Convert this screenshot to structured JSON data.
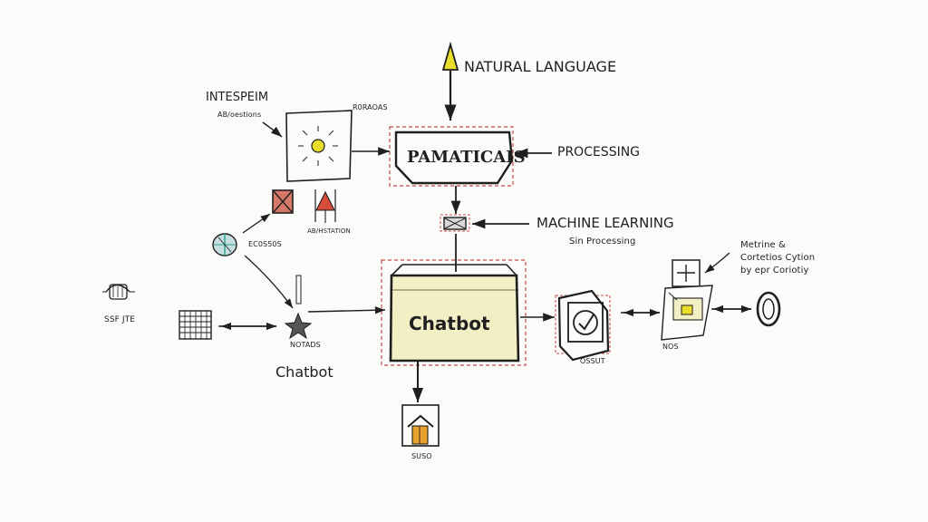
{
  "colors": {
    "ink": "#1f1f1f",
    "dash_red": "#c94a4a",
    "fill_yellow": "#f3efc5",
    "icon_yellow": "#e9df2a",
    "icon_red": "#d94c3b",
    "icon_orange": "#e8a12b",
    "icon_green": "#2aa392"
  },
  "labels": {
    "natural_language": "NATURAL LANGUAGE",
    "processing": "PROCESSING",
    "machine_learning": "MACHINE LEARNING",
    "machine_learning_sub": "Sin Processing",
    "integration_title": "INTESPEIM",
    "integration_sub": "AB/oestions",
    "top_small_right": "R0RAOAS",
    "icon_small_below": "AB/HSTATION",
    "sensor_small": "EC0S50S",
    "left_icon_small": "SSF JTE",
    "star_small": "NOTADS",
    "chatbot_free": "Chatbot",
    "device_small": "OSSUT",
    "panel_small": "NOS",
    "bottom_small": "SUSO",
    "right_text_line1": "Metrine &",
    "right_text_line2": "Cortetios Cytion",
    "right_text_line3": "by epr Coriotiy"
  },
  "boxes": {
    "top": "PAMATICAIS",
    "center": "Chatbot"
  },
  "icons": [
    "lightbulb-icon",
    "warning-icon",
    "x-box-icon",
    "antenna-icon",
    "sensor-icon",
    "headset-icon",
    "keyboard-icon",
    "star-icon",
    "check-monitor-icon",
    "plus-box-icon",
    "tablet-icon",
    "ring-icon",
    "home-icon",
    "arrow-icon"
  ]
}
